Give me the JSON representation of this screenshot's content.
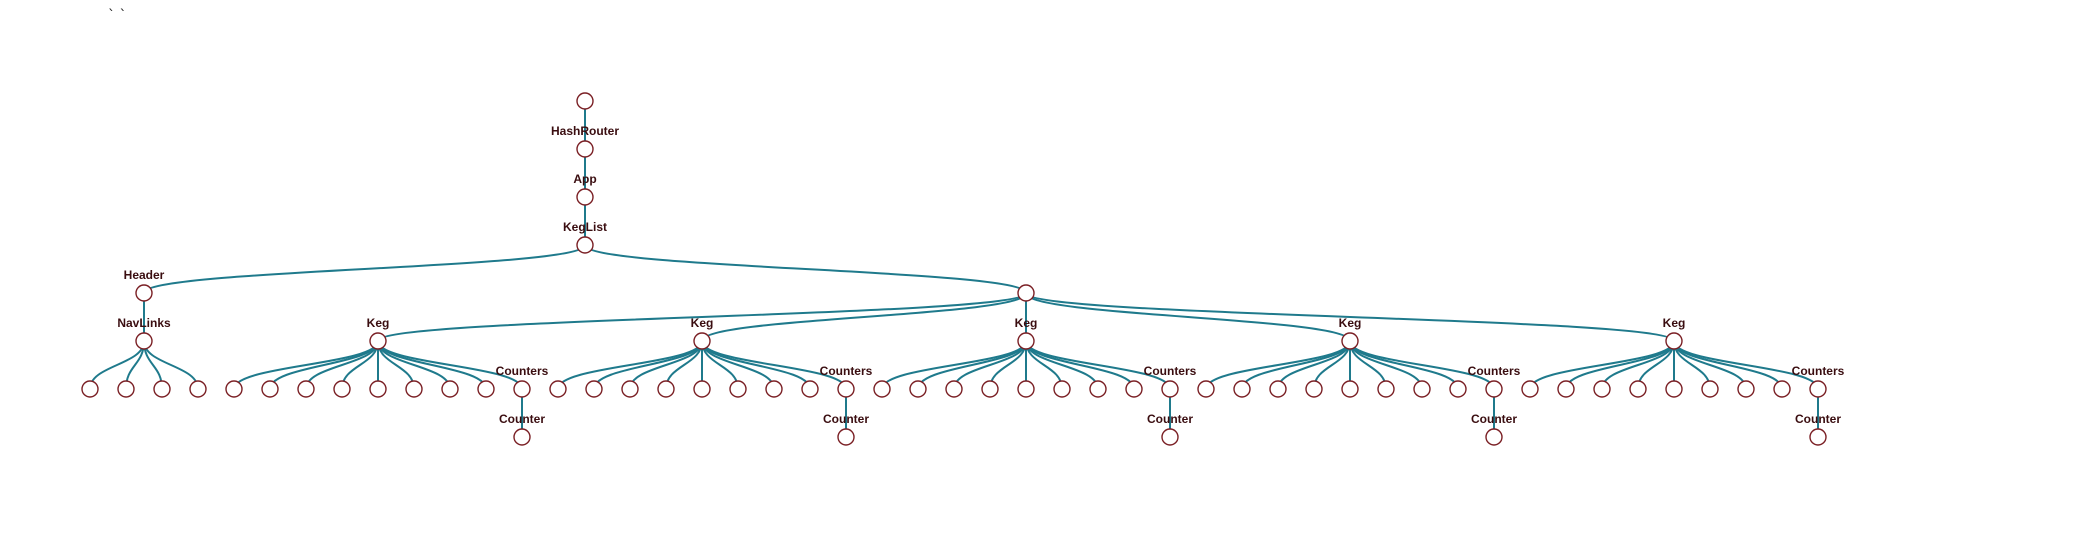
{
  "colors": {
    "link": "#1f7a8c",
    "node_stroke": "#7a1f24",
    "label": "#3a0d10"
  },
  "corner_marks": "` `",
  "tree": {
    "label": "",
    "children": [
      {
        "label": "HashRouter",
        "children": [
          {
            "label": "App",
            "children": [
              {
                "label": "KegList",
                "children": [
                  {
                    "label": "Header",
                    "children": [
                      {
                        "label": "NavLinks",
                        "children": [
                          {
                            "label": ""
                          },
                          {
                            "label": ""
                          },
                          {
                            "label": ""
                          },
                          {
                            "label": ""
                          }
                        ]
                      }
                    ]
                  },
                  {
                    "label": "",
                    "children": [
                      {
                        "label": "Keg",
                        "children": [
                          {
                            "label": ""
                          },
                          {
                            "label": ""
                          },
                          {
                            "label": ""
                          },
                          {
                            "label": ""
                          },
                          {
                            "label": ""
                          },
                          {
                            "label": ""
                          },
                          {
                            "label": ""
                          },
                          {
                            "label": ""
                          },
                          {
                            "label": "Counters",
                            "children": [
                              {
                                "label": "Counter"
                              }
                            ]
                          }
                        ]
                      },
                      {
                        "label": "Keg",
                        "children": [
                          {
                            "label": ""
                          },
                          {
                            "label": ""
                          },
                          {
                            "label": ""
                          },
                          {
                            "label": ""
                          },
                          {
                            "label": ""
                          },
                          {
                            "label": ""
                          },
                          {
                            "label": ""
                          },
                          {
                            "label": ""
                          },
                          {
                            "label": "Counters",
                            "children": [
                              {
                                "label": "Counter"
                              }
                            ]
                          }
                        ]
                      },
                      {
                        "label": "Keg",
                        "children": [
                          {
                            "label": ""
                          },
                          {
                            "label": ""
                          },
                          {
                            "label": ""
                          },
                          {
                            "label": ""
                          },
                          {
                            "label": ""
                          },
                          {
                            "label": ""
                          },
                          {
                            "label": ""
                          },
                          {
                            "label": ""
                          },
                          {
                            "label": "Counters",
                            "children": [
                              {
                                "label": "Counter"
                              }
                            ]
                          }
                        ]
                      },
                      {
                        "label": "Keg",
                        "children": [
                          {
                            "label": ""
                          },
                          {
                            "label": ""
                          },
                          {
                            "label": ""
                          },
                          {
                            "label": ""
                          },
                          {
                            "label": ""
                          },
                          {
                            "label": ""
                          },
                          {
                            "label": ""
                          },
                          {
                            "label": ""
                          },
                          {
                            "label": "Counters",
                            "children": [
                              {
                                "label": "Counter"
                              }
                            ]
                          }
                        ]
                      },
                      {
                        "label": "Keg",
                        "children": [
                          {
                            "label": ""
                          },
                          {
                            "label": ""
                          },
                          {
                            "label": ""
                          },
                          {
                            "label": ""
                          },
                          {
                            "label": ""
                          },
                          {
                            "label": ""
                          },
                          {
                            "label": ""
                          },
                          {
                            "label": ""
                          },
                          {
                            "label": "Counters",
                            "children": [
                              {
                                "label": "Counter"
                              }
                            ]
                          }
                        ]
                      }
                    ]
                  }
                ]
              }
            ]
          }
        ]
      }
    ]
  }
}
